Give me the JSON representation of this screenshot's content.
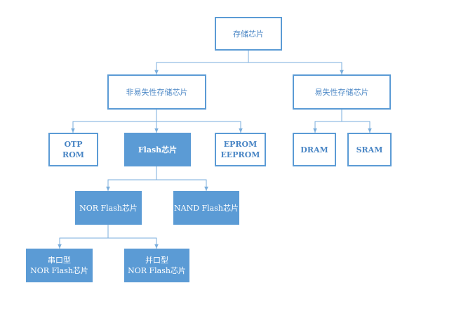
{
  "diagram": {
    "root": "存储芯片",
    "nonvolatile": "非易失性存储芯片",
    "volatile": "易失性存储芯片",
    "otp_rom": "OTP\nROM",
    "flash": "Flash芯片",
    "eeprom": "EPROM\nEEPROM",
    "dram": "DRAM",
    "sram": "SRAM",
    "nor_flash": "NOR Flash芯片",
    "nand_flash": "NAND Flash芯片",
    "serial_nor": "串口型\nNOR Flash芯片",
    "parallel_nor": "并口型\nNOR Flash芯片"
  },
  "colors": {
    "accent": "#5b9bd5",
    "text": "#4a86c5",
    "connector": "#7aaedc"
  }
}
